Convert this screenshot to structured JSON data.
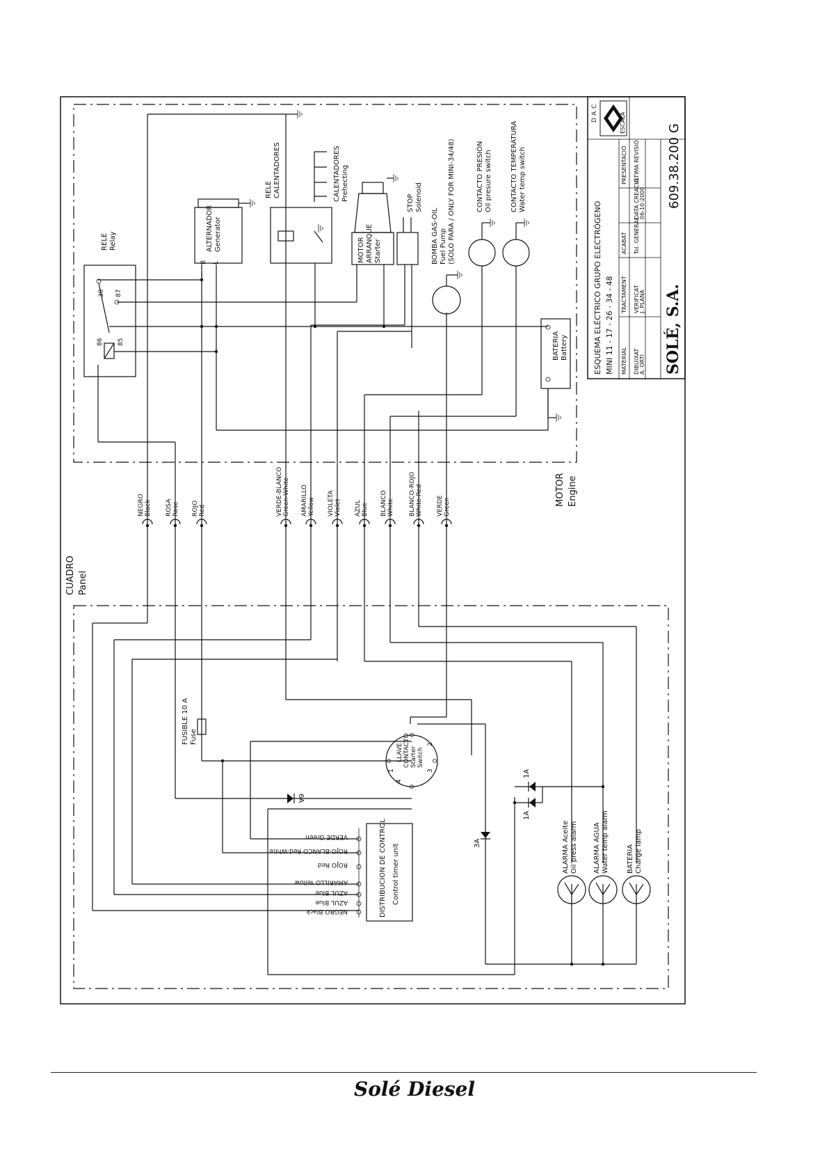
{
  "labels": {
    "engine_es": "MOTOR",
    "engine_en": "Engine",
    "panel_es": "CUADRO",
    "panel_en": "Panel",
    "relay_es": "RELE",
    "relay_en": "Relay",
    "relay_t30": "30",
    "relay_t87": "87",
    "relay_t86": "86",
    "relay_t85": "85",
    "alt_b": "B",
    "alt_l": "L",
    "alt_es": "ALTERNADOR",
    "alt_en": "Generator",
    "rele_cal_1": "RELE",
    "rele_cal_2": "CALENTADORES",
    "calent_es": "CALENTADORES",
    "calent_en": "Prehecting",
    "motor_arr_1": "MOTOR",
    "motor_arr_2": "ARRANQUE",
    "motor_arr_3": "Starter",
    "stop_1": "STOP",
    "stop_2": "Solenoid",
    "bomba_1": "BOMBA GAS-OIL",
    "bomba_2": "Fuel Pump",
    "bomba_3": "(SOLO PARA / ONLY FOR MINI-34/48)",
    "presion_1": "CONTACTO PRESIÓN",
    "presion_2": "Oil presure switch",
    "temp_1": "CONTACTO TEMPERATURA",
    "temp_2": "Water temp switch",
    "bateria_1": "BATERIA",
    "bateria_2": "Battery",
    "fusible_1": "FUSIBLE 10 A",
    "fusible_2": "Fuse",
    "llave_1": "LLAVE",
    "llave_2": "CONTACTO",
    "llave_3": "Starter",
    "llave_4": "Switch",
    "sw_1": "1",
    "sw_2": "2",
    "sw_3": "3",
    "sw_4": "4",
    "diode_6a": "6A",
    "diode_3a": "3A",
    "diode_1a_a": "1A",
    "diode_1a_b": "1A",
    "dist_1": "DISTRIBUCION DE CONTROL",
    "dist_2": "Control timer unit",
    "alarm_oil_1": "ALARMA Aceite",
    "alarm_oil_2": "Oil press alarm",
    "alarm_water_1": "ALARMA AGUA",
    "alarm_water_2": "Water temp alarm",
    "charge_1": "BATERIA",
    "charge_2": "Charge lamp"
  },
  "connectors": [
    {
      "es": "NEGRO",
      "en": "Black"
    },
    {
      "es": "ROSA",
      "en": "Rose"
    },
    {
      "es": "ROJO",
      "en": "Red"
    },
    {
      "es": "VERDE-BLANCO",
      "en": "Green-White"
    },
    {
      "es": "AMARILLO",
      "en": "Yellow"
    },
    {
      "es": "VIOLETA",
      "en": "Violet"
    },
    {
      "es": "AZUL",
      "en": "Blue"
    },
    {
      "es": "BLANCO",
      "en": "White"
    },
    {
      "es": "BLANCO-ROJO",
      "en": "White-Red"
    },
    {
      "es": "VERDE",
      "en": "Green"
    }
  ],
  "timer_terminals": [
    "VERDE Green",
    "ROJO-BLANCO Red-White",
    "ROJO Red",
    "AMARILLO Yellow",
    "AZUL Blue",
    "AZUL Blue",
    "NEGRO Black"
  ],
  "title_block": {
    "cad_c": "C",
    "cad_a": "A",
    "cad_d": "D",
    "title": "ESQUEMA ELÉCTRICO GRUPO ELECTRÓGENO",
    "models": "MINI 11 - 17 - 26 - 34 - 48",
    "material": "MATERIAL",
    "acabat": "ACABAT",
    "presentacio": "PRESENTACIÓ",
    "escala": "ESCALA",
    "tractament": "TRACTAMENT",
    "tol_general": "Tol. GENERAL",
    "dibuixat": "DIBUIXAT",
    "dibuixat_val": "A. ORTI",
    "verificat": "VERIFICAT",
    "verificat_val": "J. PLANA",
    "data_creacio": "DATA CREACIÓ",
    "data_val": "06-10-2000",
    "ultima_revisio": "ULTIMA REVISIÓ",
    "company": "SOLÉ, S.A.",
    "drawing_no": "609.38.200 G"
  },
  "footer": {
    "brand": "Solé Diesel"
  }
}
